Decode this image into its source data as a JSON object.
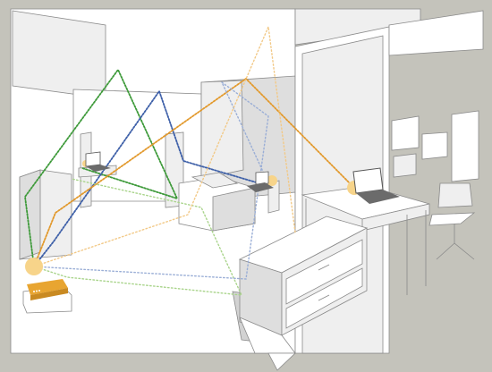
{
  "colors": {
    "background": "#c4c3bb",
    "room_white": "#ffffff",
    "room_light": "#efefef",
    "room_mid": "#dedede",
    "room_shade": "#d2d2d2",
    "outline": "#8a8a8a",
    "router": "#e8a531",
    "signal_glow": "#f7d48a"
  },
  "icons": {
    "router": "wifi-router-icon",
    "laptop": "laptop-icon"
  },
  "signal_paths": [
    {
      "color_name": "green",
      "color": "#3e9a3a",
      "style": "dense-dotted",
      "target": "laptop-left-desk"
    },
    {
      "color_name": "blue",
      "color": "#3d5fa8",
      "style": "dense-dotted",
      "target": "laptop-center-table"
    },
    {
      "color_name": "orange",
      "color": "#e2992c",
      "style": "dense-dotted",
      "target": "laptop-right-desk"
    },
    {
      "color_name": "light-green",
      "color": "#a9d48b",
      "style": "faint-dotted",
      "target": "reflection"
    },
    {
      "color_name": "light-blue",
      "color": "#9aaed6",
      "style": "faint-dotted",
      "target": "reflection"
    },
    {
      "color_name": "light-orange",
      "color": "#f2c987",
      "style": "faint-dotted",
      "target": "reflection"
    }
  ]
}
